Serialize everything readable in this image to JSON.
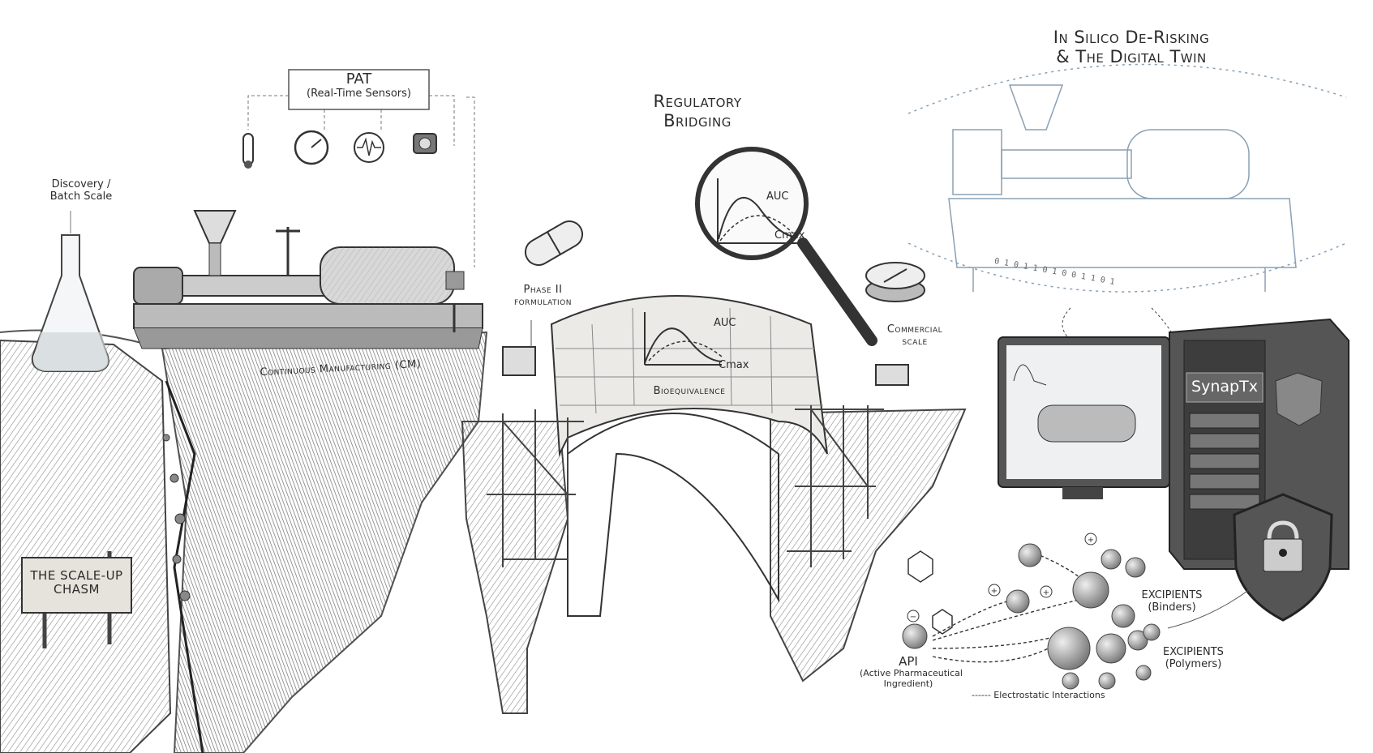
{
  "left": {
    "pat_title": "PAT",
    "pat_subtitle": "(Real-Time Sensors)",
    "discovery_line1": "Discovery /",
    "discovery_line2": "Batch Scale",
    "cm_label": "Continuous Manufacturing (CM)",
    "chasm_line1": "THE SCALE-UP",
    "chasm_line2": "CHASM",
    "sensors": [
      "thermometer-icon",
      "pressure-gauge-icon",
      "waveform-icon",
      "camera-sensor-icon"
    ]
  },
  "center": {
    "title_line1": "Regulatory",
    "title_line2": "Bridging",
    "phase_line1": "Phase II",
    "phase_line2": "formulation",
    "commercial_line1": "Commercial",
    "commercial_line2": "scale",
    "bridge_auc": "AUC",
    "bridge_cmax": "Cmax",
    "bioequivalence": "Bioequivalence",
    "lens_auc": "AUC",
    "lens_cmax": "Cmax"
  },
  "right": {
    "title_line1": "In Silico De-Risking",
    "title_line2": "& The Digital Twin",
    "binary": "0 1 0 1 1 0 1 0 0 1 1 0 1",
    "server_label": "SynapTx",
    "api_label": "API",
    "api_sub1": "(Active Pharmaceutical",
    "api_sub2": "Ingredient)",
    "binders_label": "EXCIPIENTS",
    "binders_sub": "(Binders)",
    "polymers_label": "EXCIPIENTS",
    "polymers_sub": "(Polymers)",
    "legend": "------ Electrostatic Interactions"
  }
}
